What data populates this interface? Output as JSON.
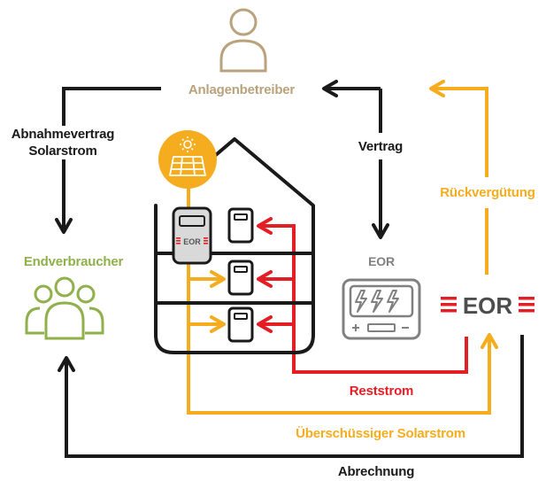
{
  "colors": {
    "operator": "#b9a27c",
    "consumer": "#8fb04a",
    "orange": "#f5ac1e",
    "red": "#e31e24",
    "black": "#1a1a1a",
    "gray": "#808080"
  },
  "icons": {
    "operator": "person-outline-icon",
    "consumers": "group-of-people-icon",
    "solar": "solar-panel-sun-icon",
    "meter": "electricity-meter-icon",
    "brand": "eor-logo"
  },
  "labels": {
    "operator": "Anlagenbetreiber",
    "contract_left_line1": "Abnahmevertrag",
    "contract_left_line2": "Solarstrom",
    "contract_right": "Vertrag",
    "consumer": "Endverbraucher",
    "eor_meter_title": "EOR",
    "refund": "Rückvergütung",
    "residual": "Reststrom",
    "surplus": "Überschüssiger Solarstrom",
    "billing": "Abrechnung"
  },
  "house_meter_logo": "EOR",
  "brand_logo": "EOR"
}
